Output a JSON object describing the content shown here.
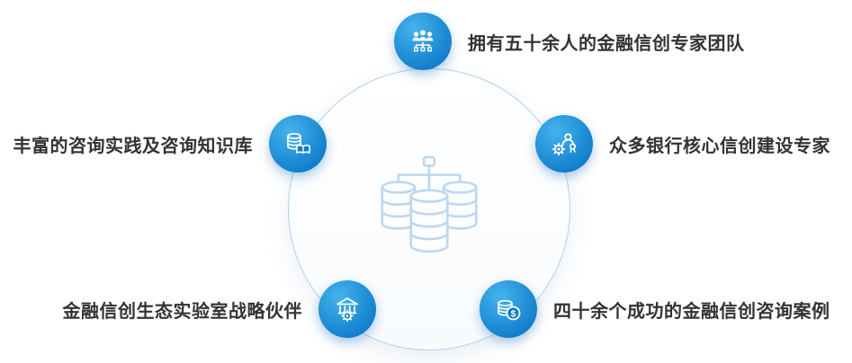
{
  "diagram": {
    "type": "hub-and-spoke-infographic",
    "center": {
      "icon": "database-cluster-icon"
    },
    "items": [
      {
        "id": "team",
        "position": "top",
        "icon": "team-icon",
        "label": "拥有五十余人的金融信创专家团队"
      },
      {
        "id": "bank-expert",
        "position": "right",
        "icon": "expert-badge-gear-icon",
        "label": "众多银行核心信创建设专家"
      },
      {
        "id": "cases",
        "position": "bottom-right",
        "icon": "coins-dollar-icon",
        "label": "四十余个成功的金融信创咨询案例"
      },
      {
        "id": "lab-partner",
        "position": "bottom-left",
        "icon": "bank-gear-icon",
        "label": "金融信创生态实验室战略伙伴"
      },
      {
        "id": "knowledge",
        "position": "left",
        "icon": "database-book-icon",
        "label": "丰富的咨询实践及咨询知识库"
      }
    ],
    "colors": {
      "badge_gradient_start": "#45b3ec",
      "badge_gradient_end": "#0d7bca",
      "circle_border": "#aed1ef",
      "center_icon_color": "#bcd7f1",
      "label_color": "#333333"
    }
  }
}
